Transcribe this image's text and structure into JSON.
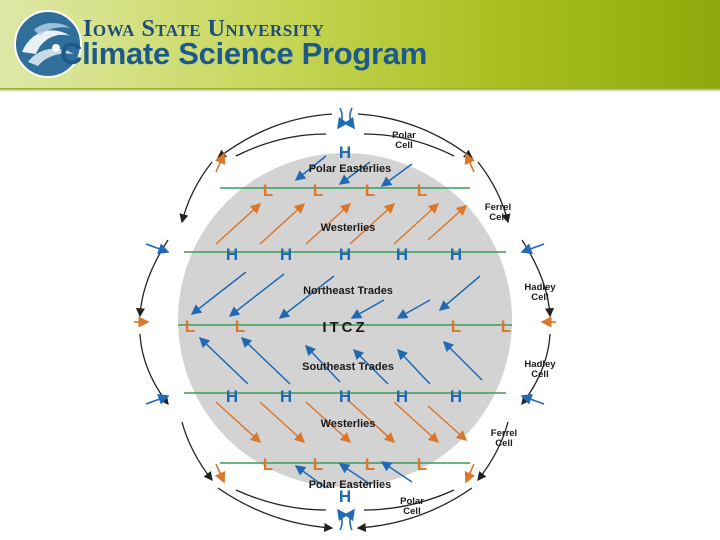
{
  "header": {
    "university": "Iowa State University",
    "program": "Climate Science Program",
    "logo_icon": "swirl-globe-icon"
  },
  "diagram": {
    "cell_labels": {
      "polar_top": [
        "Polar",
        "Cell"
      ],
      "ferrel_top": [
        "Ferrel",
        "Cell"
      ],
      "hadley_top": [
        "Hadley",
        "Cell"
      ],
      "hadley_bottom": [
        "Hadley",
        "Cell"
      ],
      "ferrel_bottom": [
        "Ferrel",
        "Cell"
      ],
      "polar_bottom": [
        "Polar",
        "Cell"
      ]
    },
    "wind_labels": {
      "polar_easterlies_top": "Polar Easterlies",
      "westerlies_top": "Westerlies",
      "northeast_trades": "Northeast Trades",
      "itcz": "ITCZ",
      "southeast_trades": "Southeast Trades",
      "westerlies_bottom": "Westerlies",
      "polar_easterlies_bottom": "Polar Easterlies"
    },
    "pressure": {
      "high": "H",
      "low": "L"
    },
    "colors": {
      "globe": "#d3d3d3",
      "high_pressure": "#1f6ab3",
      "low_pressure": "#d9772b",
      "latitude_line": "#3e9a5a",
      "cell_arrow": "#222222"
    }
  }
}
